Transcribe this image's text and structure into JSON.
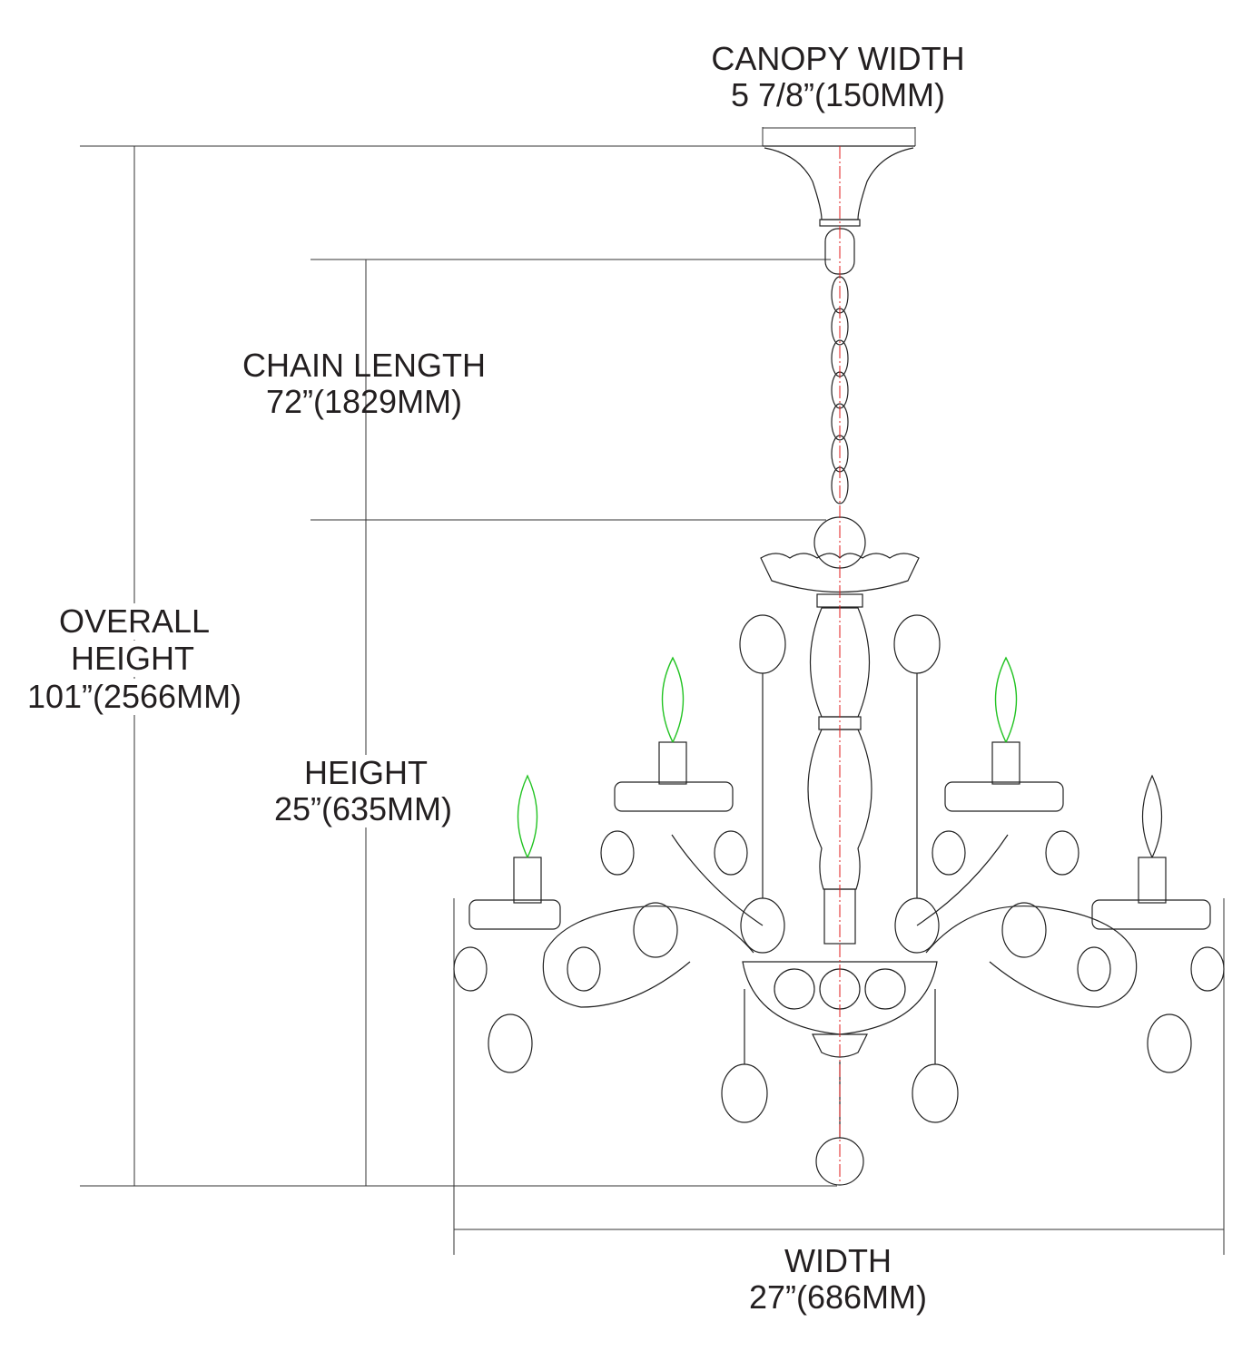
{
  "dimensions": {
    "canopy_width": {
      "label": "CANOPY WIDTH",
      "value": "5 7/8”(150MM)"
    },
    "chain_length": {
      "label": "CHAIN LENGTH",
      "value": "72”(1829MM)"
    },
    "overall_height": {
      "label_line1": "OVERALL",
      "label_line2": "HEIGHT",
      "value": "101”(2566MM)"
    },
    "height": {
      "label": "HEIGHT",
      "value": "25”(635MM)"
    },
    "width": {
      "label": "WIDTH",
      "value": "27”(686MM)"
    }
  },
  "colors": {
    "line": "#222222",
    "centerline": "#e01b1b",
    "flame": "#22c322"
  }
}
